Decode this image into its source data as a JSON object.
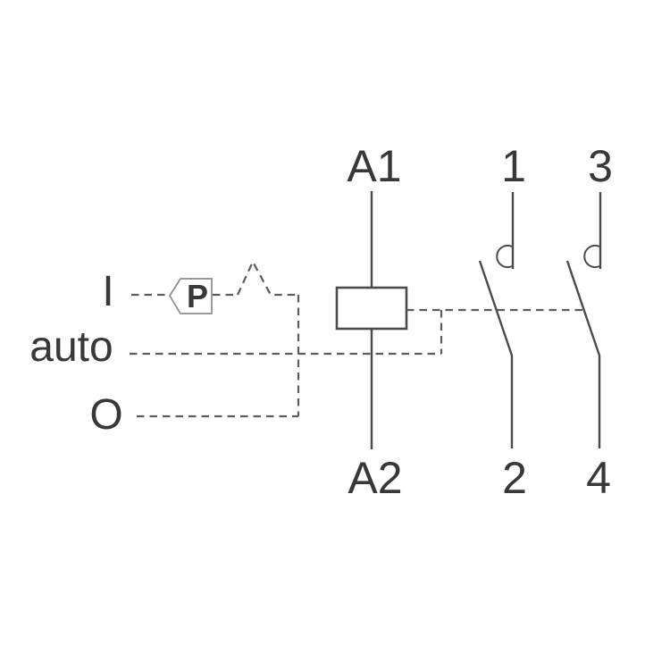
{
  "colors": {
    "background": "#ffffff",
    "line": "#4b4b4b",
    "dashed_line": "#5c5c5c",
    "text": "#383838",
    "flag_outline": "#8c8c8c"
  },
  "coil": {
    "top_terminal": "A1",
    "bottom_terminal": "A2"
  },
  "poles": [
    {
      "top_terminal": "1",
      "bottom_terminal": "2"
    },
    {
      "top_terminal": "3",
      "bottom_terminal": "4"
    }
  ],
  "control": {
    "position_on": "I",
    "position_auto": "auto",
    "position_off": "O",
    "pushbutton": "P"
  }
}
